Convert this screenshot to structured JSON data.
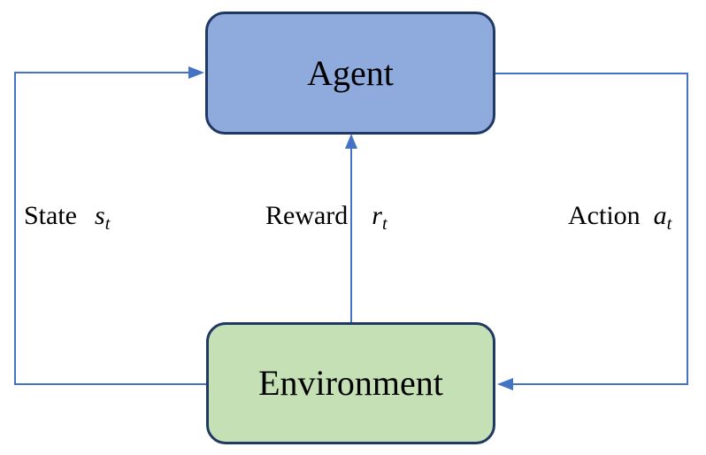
{
  "diagram": {
    "nodes": {
      "agent": {
        "label": "Agent"
      },
      "environment": {
        "label": "Environment"
      }
    },
    "edges": {
      "state": {
        "word": "State",
        "var": "s",
        "sub": "t",
        "from": "environment",
        "to": "agent"
      },
      "reward": {
        "word": "Reward",
        "var": "r",
        "sub": "t",
        "from": "environment",
        "to": "agent"
      },
      "action": {
        "word": "Action",
        "var": "a",
        "sub": "t",
        "from": "agent",
        "to": "environment"
      }
    }
  },
  "colors": {
    "agent_fill": "#8FAADC",
    "agent_border": "#1F3864",
    "environment_fill": "#C5E0B4",
    "environment_border": "#1F3864",
    "arrow": "#4472C4",
    "text": "#000000",
    "background": "#FFFFFF"
  }
}
